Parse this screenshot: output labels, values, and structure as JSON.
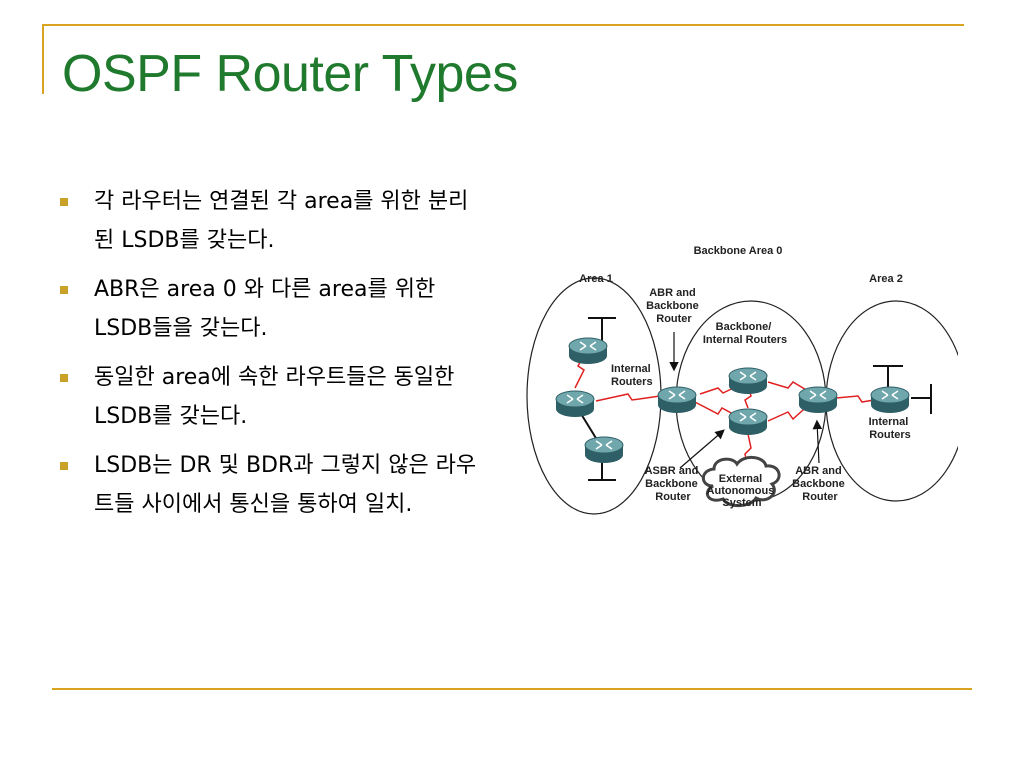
{
  "slide": {
    "title": "OSPF Router Types",
    "bullets": [
      {
        "text": "각 라우터는 연결된 각 area를 위한 분리된 LSDB를 갖는다."
      },
      {
        "text": "ABR은 area 0 와 다른 area를 위한 LSDB들을 갖는다."
      },
      {
        "text": "동일한 area에 속한 라우트들은 동일한  LSDB를 갖는다."
      },
      {
        "text": "LSDB는 DR 및 BDR과 그렇지 않은 라우트들 사이에서 통신을 통하여 일치."
      }
    ],
    "accent_color": "#d9a520",
    "title_color": "#1f7a2e"
  },
  "diagram": {
    "backbone_area_label": "Backbone Area 0",
    "area1_label": "Area 1",
    "area2_label": "Area 2",
    "abr_top_lines": [
      "ABR and",
      "Backbone",
      "Router"
    ],
    "backbone_internal_lines": [
      "Backbone/",
      "Internal Routers"
    ],
    "internal_left_lines": [
      "Internal",
      "Routers"
    ],
    "internal_right_lines": [
      "Internal",
      "Routers"
    ],
    "asbr_lines": [
      "ASBR and",
      "Backbone",
      "Router"
    ],
    "abr_bottom_lines": [
      "ABR and",
      "Backbone",
      "Router"
    ],
    "external_lines": [
      "External",
      "Autonomous",
      "System"
    ]
  }
}
